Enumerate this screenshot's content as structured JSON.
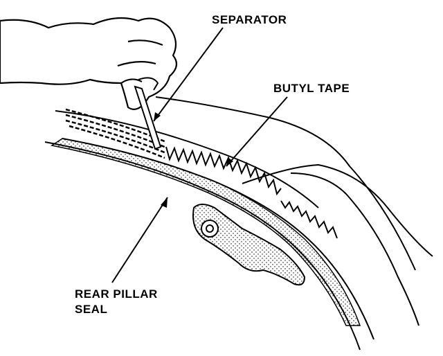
{
  "labels": {
    "separator": "SEPARATOR",
    "butyl_tape": "BUTYL TAPE",
    "rear_pillar_seal_line1": "REAR PILLAR",
    "rear_pillar_seal_line2": "SEAL"
  },
  "colors": {
    "ink": "#000000",
    "paper": "#ffffff"
  }
}
